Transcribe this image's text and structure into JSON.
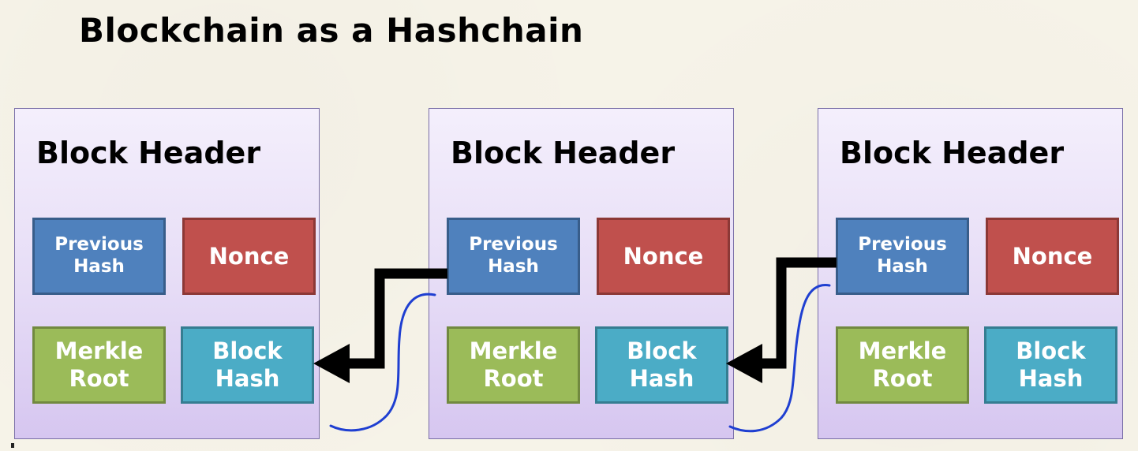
{
  "slide": {
    "title": "Blockchain as a Hashchain"
  },
  "blocks": [
    {
      "header": "Block Header",
      "previous_hash": "Previous\nHash",
      "nonce": "Nonce",
      "merkle_root": "Merkle\nRoot",
      "block_hash": "Block\nHash"
    },
    {
      "header": "Block Header",
      "previous_hash": "Previous\nHash",
      "nonce": "Nonce",
      "merkle_root": "Merkle\nRoot",
      "block_hash": "Block\nHash"
    },
    {
      "header": "Block Header",
      "previous_hash": "Previous\nHash",
      "nonce": "Nonce",
      "merkle_root": "Merkle\nRoot",
      "block_hash": "Block\nHash"
    }
  ],
  "colors": {
    "previous_hash": "#4f81bd",
    "nonce": "#c0504d",
    "merkle_root": "#9bbb59",
    "block_hash": "#4bacc6",
    "arrow": "#000000",
    "annotation": "#1f3fd1"
  }
}
